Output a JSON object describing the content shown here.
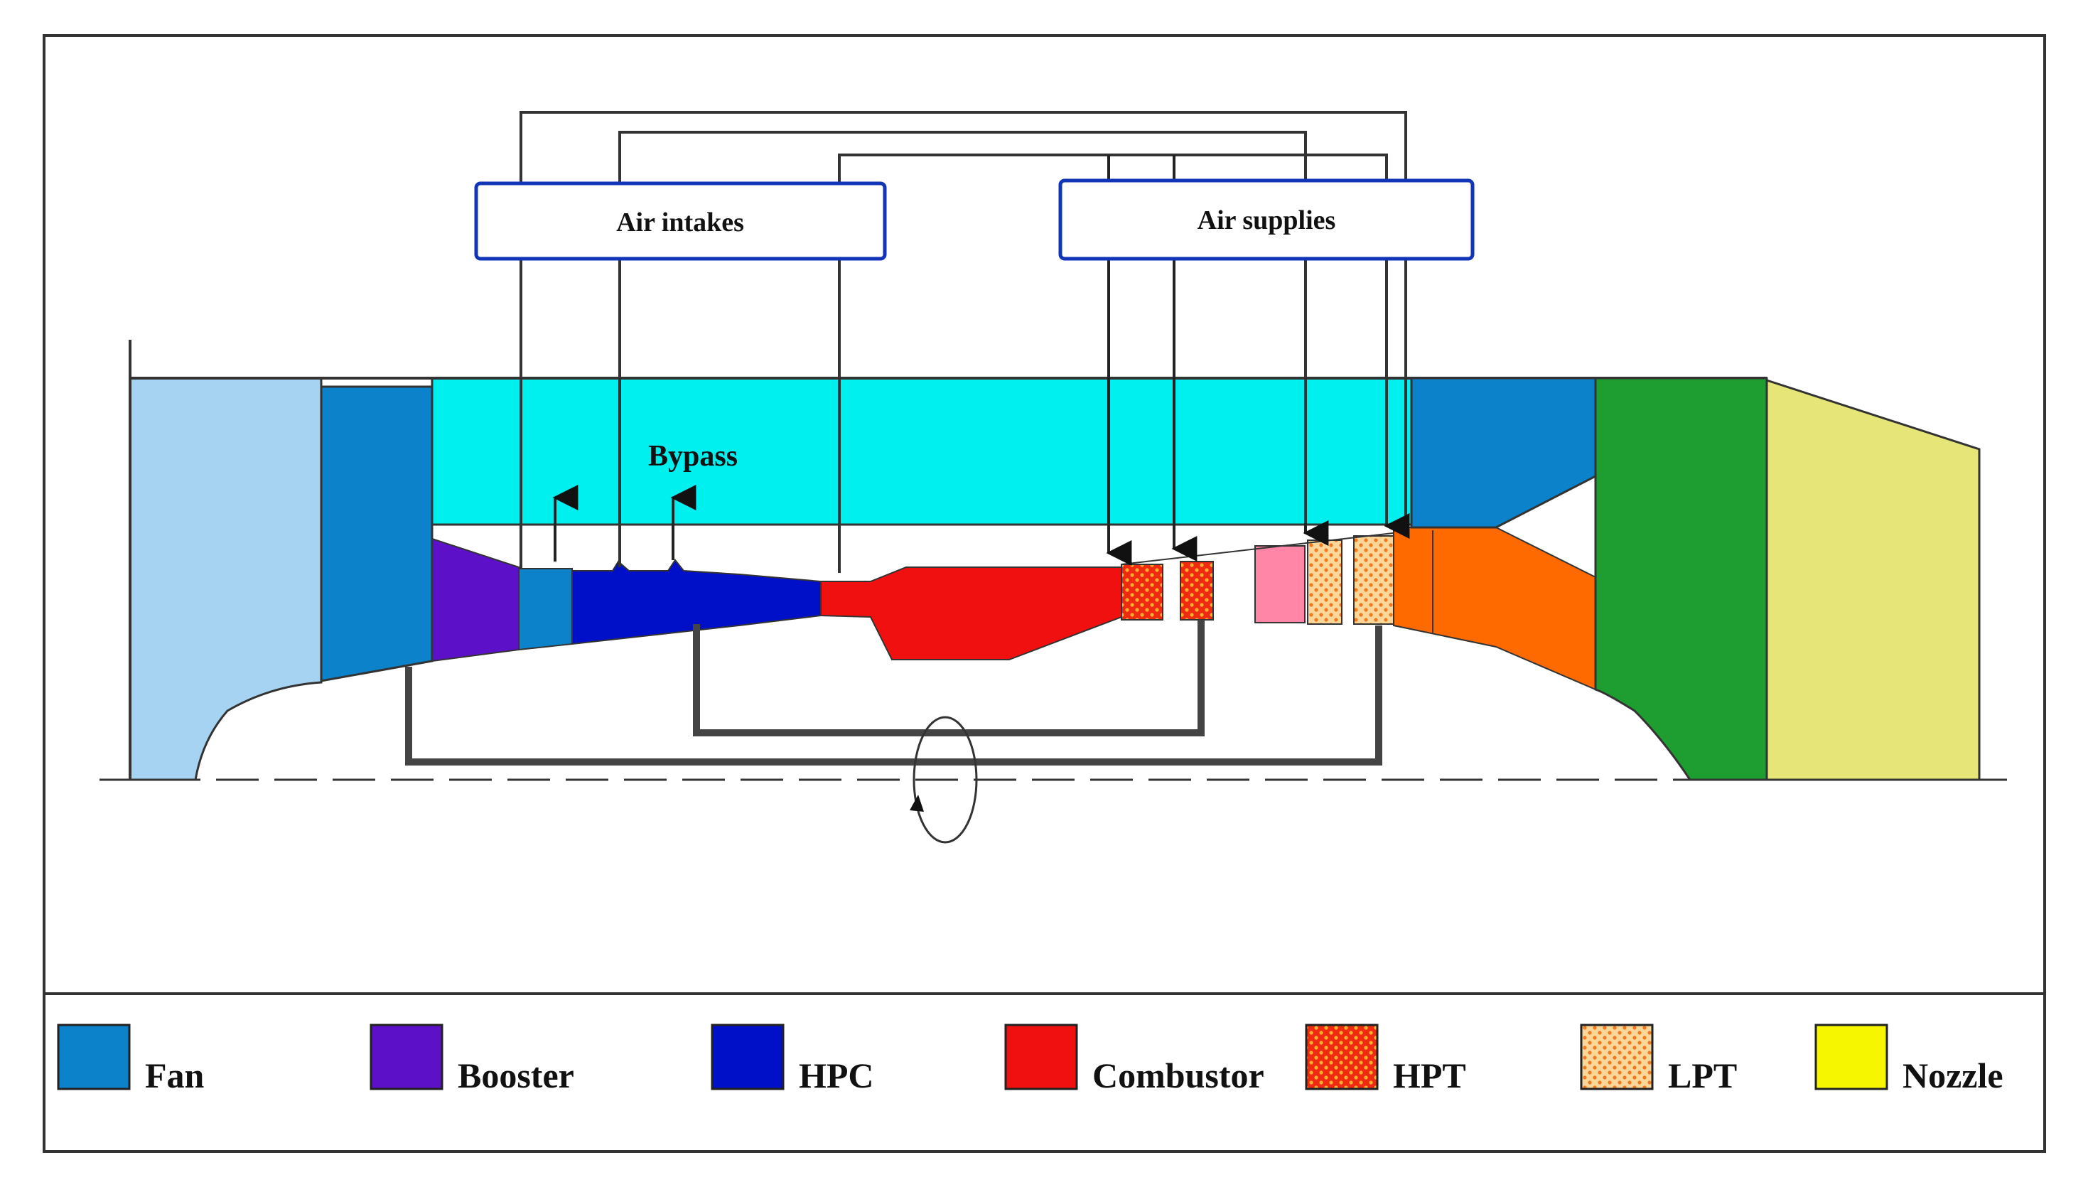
{
  "diagram": {
    "labels": {
      "air_intakes": "Air intakes",
      "air_supplies": "Air supplies",
      "bypass": "Bypass"
    },
    "colors": {
      "inlet": "#a7d3f2",
      "fan": "#0b82c9",
      "bypass_duct": "#00f0f0",
      "booster": "#5c10c8",
      "hpc": "#0010c8",
      "combustor": "#f01010",
      "hpt": "#f02a10",
      "lpt": "#f8c080",
      "lpt_pink": "#ff86a6",
      "lpt_exit": "#ff6a00",
      "mixer": "#1e9e31",
      "nozzle": "#e6e678",
      "shaft": "#444444",
      "box_border": "#1235b8"
    }
  },
  "legend": {
    "items": [
      {
        "label": "Fan",
        "color": "#0b82c9",
        "pattern": "solid"
      },
      {
        "label": "Booster",
        "color": "#5c10c8",
        "pattern": "solid"
      },
      {
        "label": "HPC",
        "color": "#0010c8",
        "pattern": "solid"
      },
      {
        "label": "Combustor",
        "color": "#f01010",
        "pattern": "solid"
      },
      {
        "label": "HPT",
        "color": "#f02a10",
        "pattern": "dots-red"
      },
      {
        "label": "LPT",
        "color": "#f8c080",
        "pattern": "dots-orange"
      },
      {
        "label": "Nozzle",
        "color": "#f6f600",
        "pattern": "solid"
      }
    ]
  }
}
